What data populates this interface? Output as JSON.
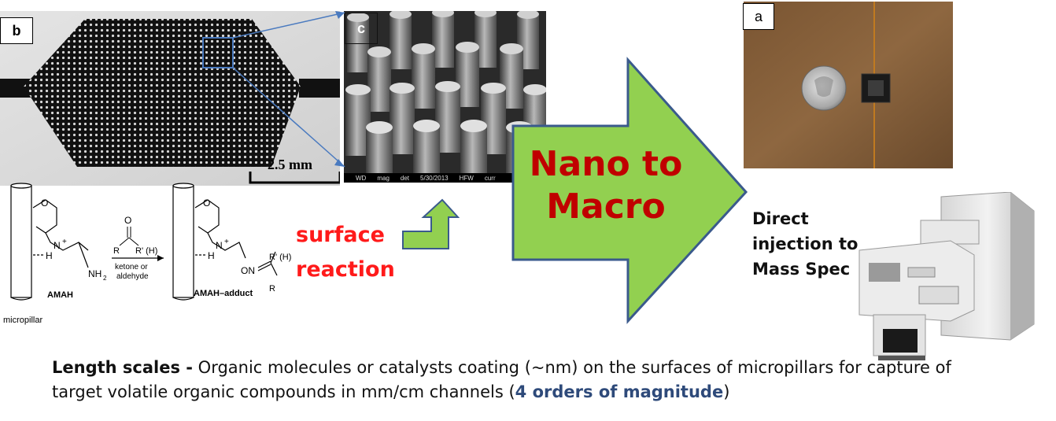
{
  "panels": {
    "b": {
      "label": "b",
      "scale_bar": "2.5 mm"
    },
    "c": {
      "label": "c",
      "databar": [
        "WD",
        "mag",
        "det",
        "5/30/2013",
        "HFW",
        "curr"
      ]
    },
    "a": {
      "label": "a"
    }
  },
  "scheme": {
    "ketone_label": "ketone or",
    "aldehyde_label": "aldehyde",
    "reactant_name": "AMAH",
    "product_name": "AMAH–adduct",
    "pillar_label": "micropillar",
    "atoms": {
      "O": "O",
      "N": "N",
      "plus": "+",
      "H": "H",
      "NH2": "NH",
      "two": "2",
      "R": "R",
      "R_prime_H": "R' (H)",
      "ON": "ON"
    }
  },
  "reaction_label": [
    "surface",
    "reaction"
  ],
  "big_arrow_label": [
    "Nano to",
    "Macro"
  ],
  "mass_spec_label": [
    "Direct",
    "injection to",
    "Mass Spec"
  ],
  "caption": {
    "bold_lead": "Length scales -",
    "text": " Organic molecules or catalysts coating (~nm) on the surfaces of micropillars for capture of target volatile organic compounds in mm/cm channels (",
    "highlight": "4 orders of magnitude",
    "tail": ")"
  },
  "colors": {
    "big_arrow_fill": "#92d050",
    "big_arrow_stroke": "#3a5a8c",
    "reaction_text": "#ff1a1a",
    "big_arrow_text": "#c00000",
    "zoom_lines": "#4a7abf",
    "highlight": "#2e4a7a"
  }
}
